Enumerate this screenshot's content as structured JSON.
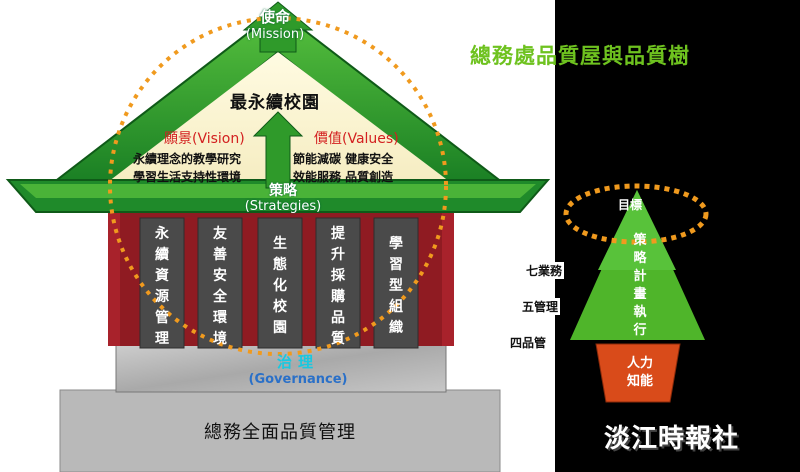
{
  "diagram_title": "總務處品質屋與品質樹",
  "house": {
    "mission_zh": "使命",
    "mission_en": "(Mission)",
    "roof_title": "最永續校園",
    "vision_heading": "願景(Vision)",
    "vision_lines": [
      "永續理念的教學研究",
      "學習生活支持性環境"
    ],
    "values_heading": "價值(Values)",
    "values_lines": [
      "節能減碳 健康安全",
      "效能服務 品質創造"
    ],
    "strategies_zh": "策略",
    "strategies_en": "(Strategies)",
    "pillars": [
      "永續資源管理",
      "友善安全環境",
      "生態化校園",
      "提升採購品質",
      "學習型組織"
    ],
    "governance_zh": "治理",
    "governance_en": "(Governance)",
    "foundation": "總務全面品質管理"
  },
  "tree": {
    "top_label": "目標",
    "center_label": [
      "策",
      "略",
      "計",
      "畫",
      "執",
      "行"
    ],
    "left_labels": [
      "七業務",
      "五管理",
      "四品管"
    ],
    "trunk_label": [
      "人力",
      "知能"
    ]
  },
  "watermark": "淡江時報社",
  "colors": {
    "roof_green": "#1f8a2a",
    "roof_light": "#4ab338",
    "pillar_gray": "#4a4a4a",
    "pillar_red": "#a8222b",
    "tree_green": "#4fb52a",
    "trunk_orange": "#d94b1a",
    "dashed_circle": "#f09a1e",
    "title_green": "#6ec21f"
  }
}
